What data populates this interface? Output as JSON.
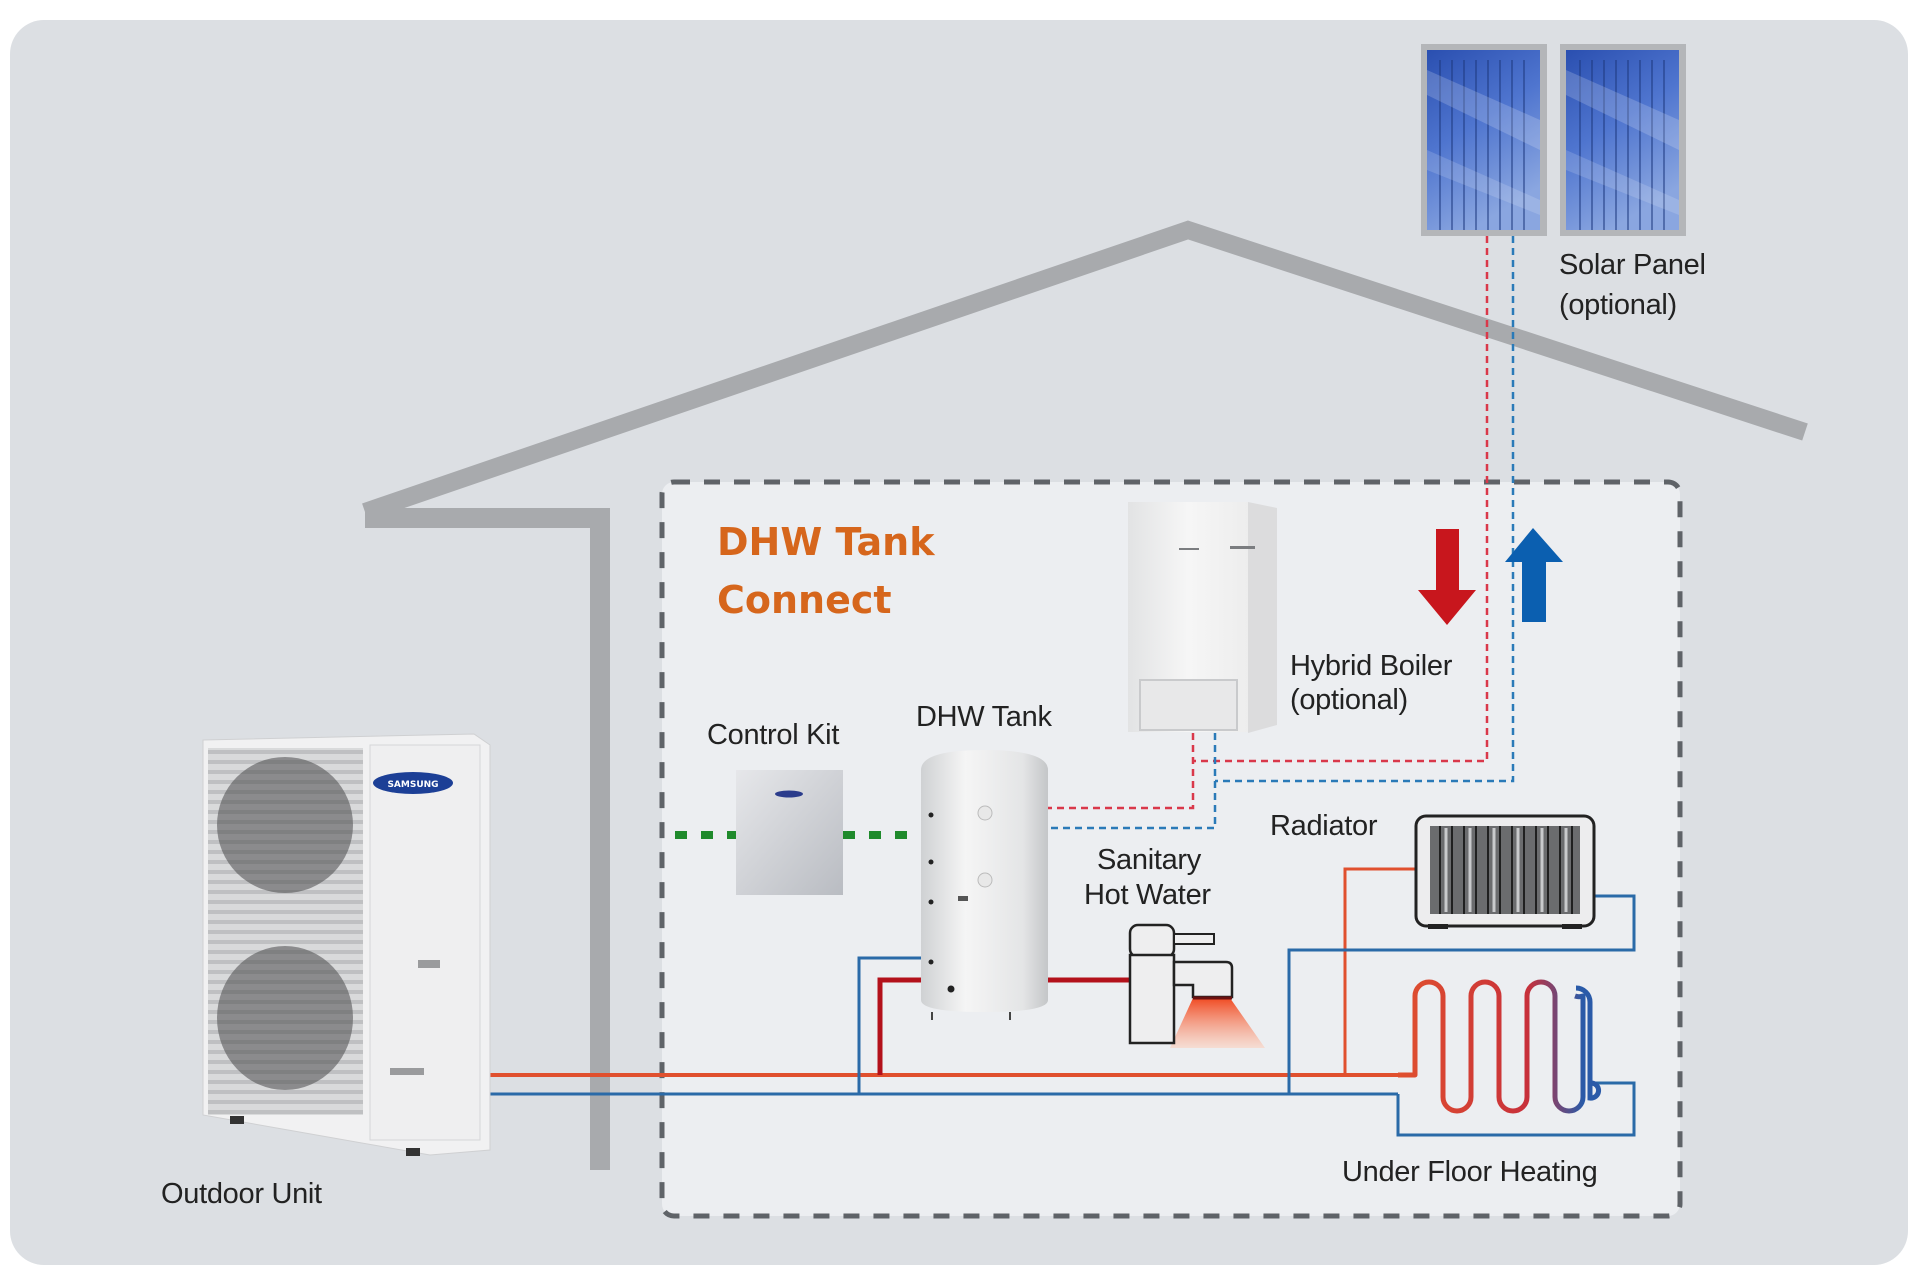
{
  "diagram": {
    "title_line1": "DHW Tank",
    "title_line2": "Connect",
    "components": {
      "solar_panel": {
        "name": "Solar Panel",
        "note": "(optional)"
      },
      "hybrid_boiler": {
        "name": "Hybrid Boiler",
        "note": "(optional)"
      },
      "control_kit": {
        "name": "Control Kit"
      },
      "dhw_tank": {
        "name": "DHW Tank"
      },
      "sanitary_hot_water": {
        "line1": "Sanitary",
        "line2": "Hot Water"
      },
      "radiator": {
        "name": "Radiator"
      },
      "under_floor_heating": {
        "name": "Under Floor Heating"
      },
      "outdoor_unit": {
        "name": "Outdoor Unit"
      }
    },
    "colors": {
      "title": "#d6661c",
      "flow_pipe": "#e0502e",
      "return_pipe": "#2a6aa8",
      "hot_arrow": "#c8161d",
      "cold_arrow": "#0b5fb0",
      "control_wire": "#1f8a2c",
      "house_outline": "#a8aaad",
      "dashed_boundary": "#5f6368"
    }
  }
}
